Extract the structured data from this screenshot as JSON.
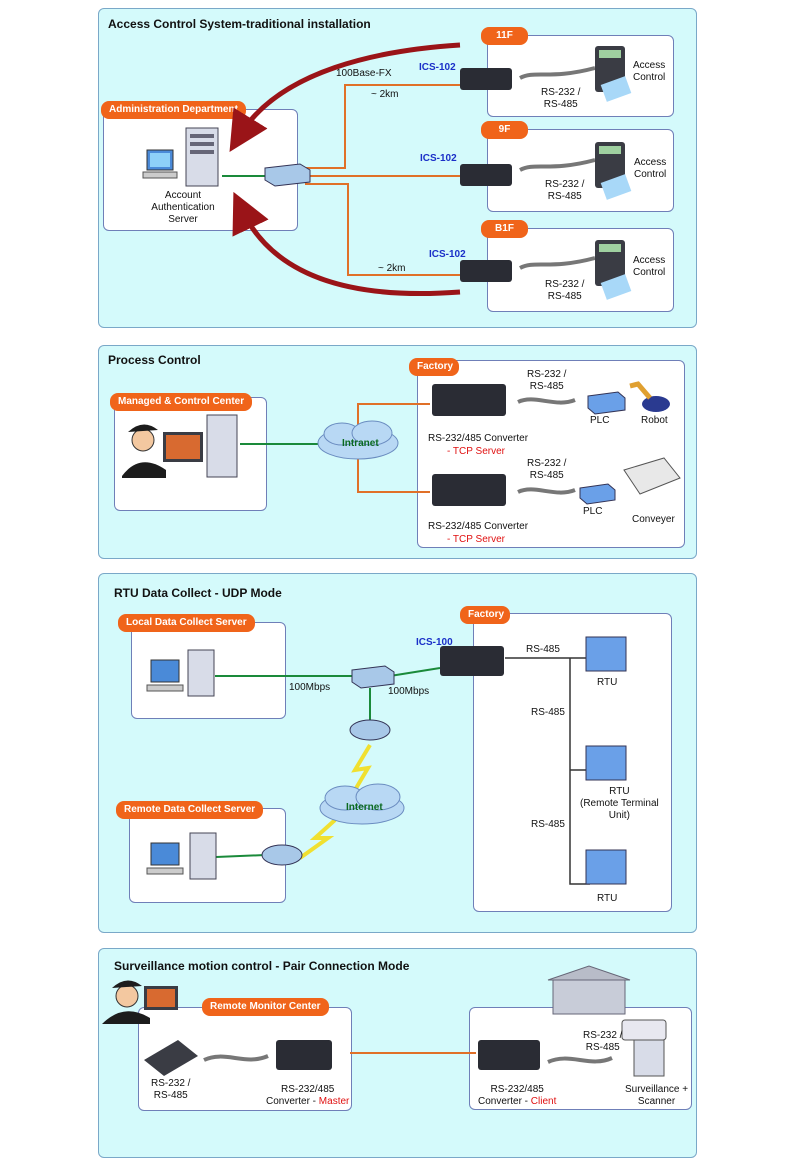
{
  "panels": {
    "access": {
      "title": "Access Control System-traditional installation",
      "admin_tag": "Administration Department",
      "server_label": "Account\nAuthentication\nServer",
      "fiber_label": "100Base-FX",
      "distance_1": "~ 2km",
      "distance_2": "~ 2km",
      "floors": [
        {
          "tag": "11F",
          "device": "ICS-102",
          "serial": "RS-232 /\nRS-485",
          "endpoint": "Access\nControl"
        },
        {
          "tag": "9F",
          "device": "ICS-102",
          "serial": "RS-232 /\nRS-485",
          "endpoint": "Access\nControl"
        },
        {
          "tag": "B1F",
          "device": "ICS-102",
          "serial": "RS-232 /\nRS-485",
          "endpoint": "Access\nControl"
        }
      ]
    },
    "process": {
      "title": "Process Control",
      "center_tag": "Managed & Control Center",
      "factory_tag": "Factory",
      "cloud_label": "Intranet",
      "branches": [
        {
          "serial": "RS-232 /\nRS-485",
          "plc": "PLC",
          "endpoint": "Robot",
          "converter": "RS-232/485 Converter",
          "mode": "-  TCP Server"
        },
        {
          "serial": "RS-232 /\nRS-485",
          "plc": "PLC",
          "endpoint": "Conveyer",
          "converter": "RS-232/485 Converter",
          "mode": "-  TCP Server"
        }
      ]
    },
    "rtu": {
      "title": "RTU Data Collect - UDP Mode",
      "local_tag": "Local Data Collect Server",
      "remote_tag": "Remote Data Collect Server",
      "factory_tag": "Factory",
      "device": "ICS-100",
      "speed_1": "100Mbps",
      "speed_2": "100Mbps",
      "cloud_label": "Internet",
      "bus_1": "RS-485",
      "bus_2": "RS-485",
      "bus_3": "RS-485",
      "rtu_1": "RTU",
      "rtu_2": "RTU\n(Remote Terminal\nUnit)",
      "rtu_3": "RTU"
    },
    "surveillance": {
      "title": "Surveillance motion control - Pair Connection Mode",
      "center_tag": "Remote Monitor Center",
      "left_serial": "RS-232 /\nRS-485",
      "master_converter": "RS-232/485\nConverter - ",
      "master_mode": "Master",
      "client_converter": "RS-232/485\nConverter - ",
      "client_mode": "Client",
      "right_serial": "RS-232 /\nRS-485",
      "endpoint": "Surveillance +\nScanner"
    }
  },
  "colors": {
    "panel_bg": "#d4fafb",
    "tag_bg": "#f0641a",
    "fiber": "#e07028",
    "lan": "#1a8a3a",
    "arrow": "#9a1418",
    "device_label": "#1a2fc8",
    "mode_label": "#e01010"
  }
}
